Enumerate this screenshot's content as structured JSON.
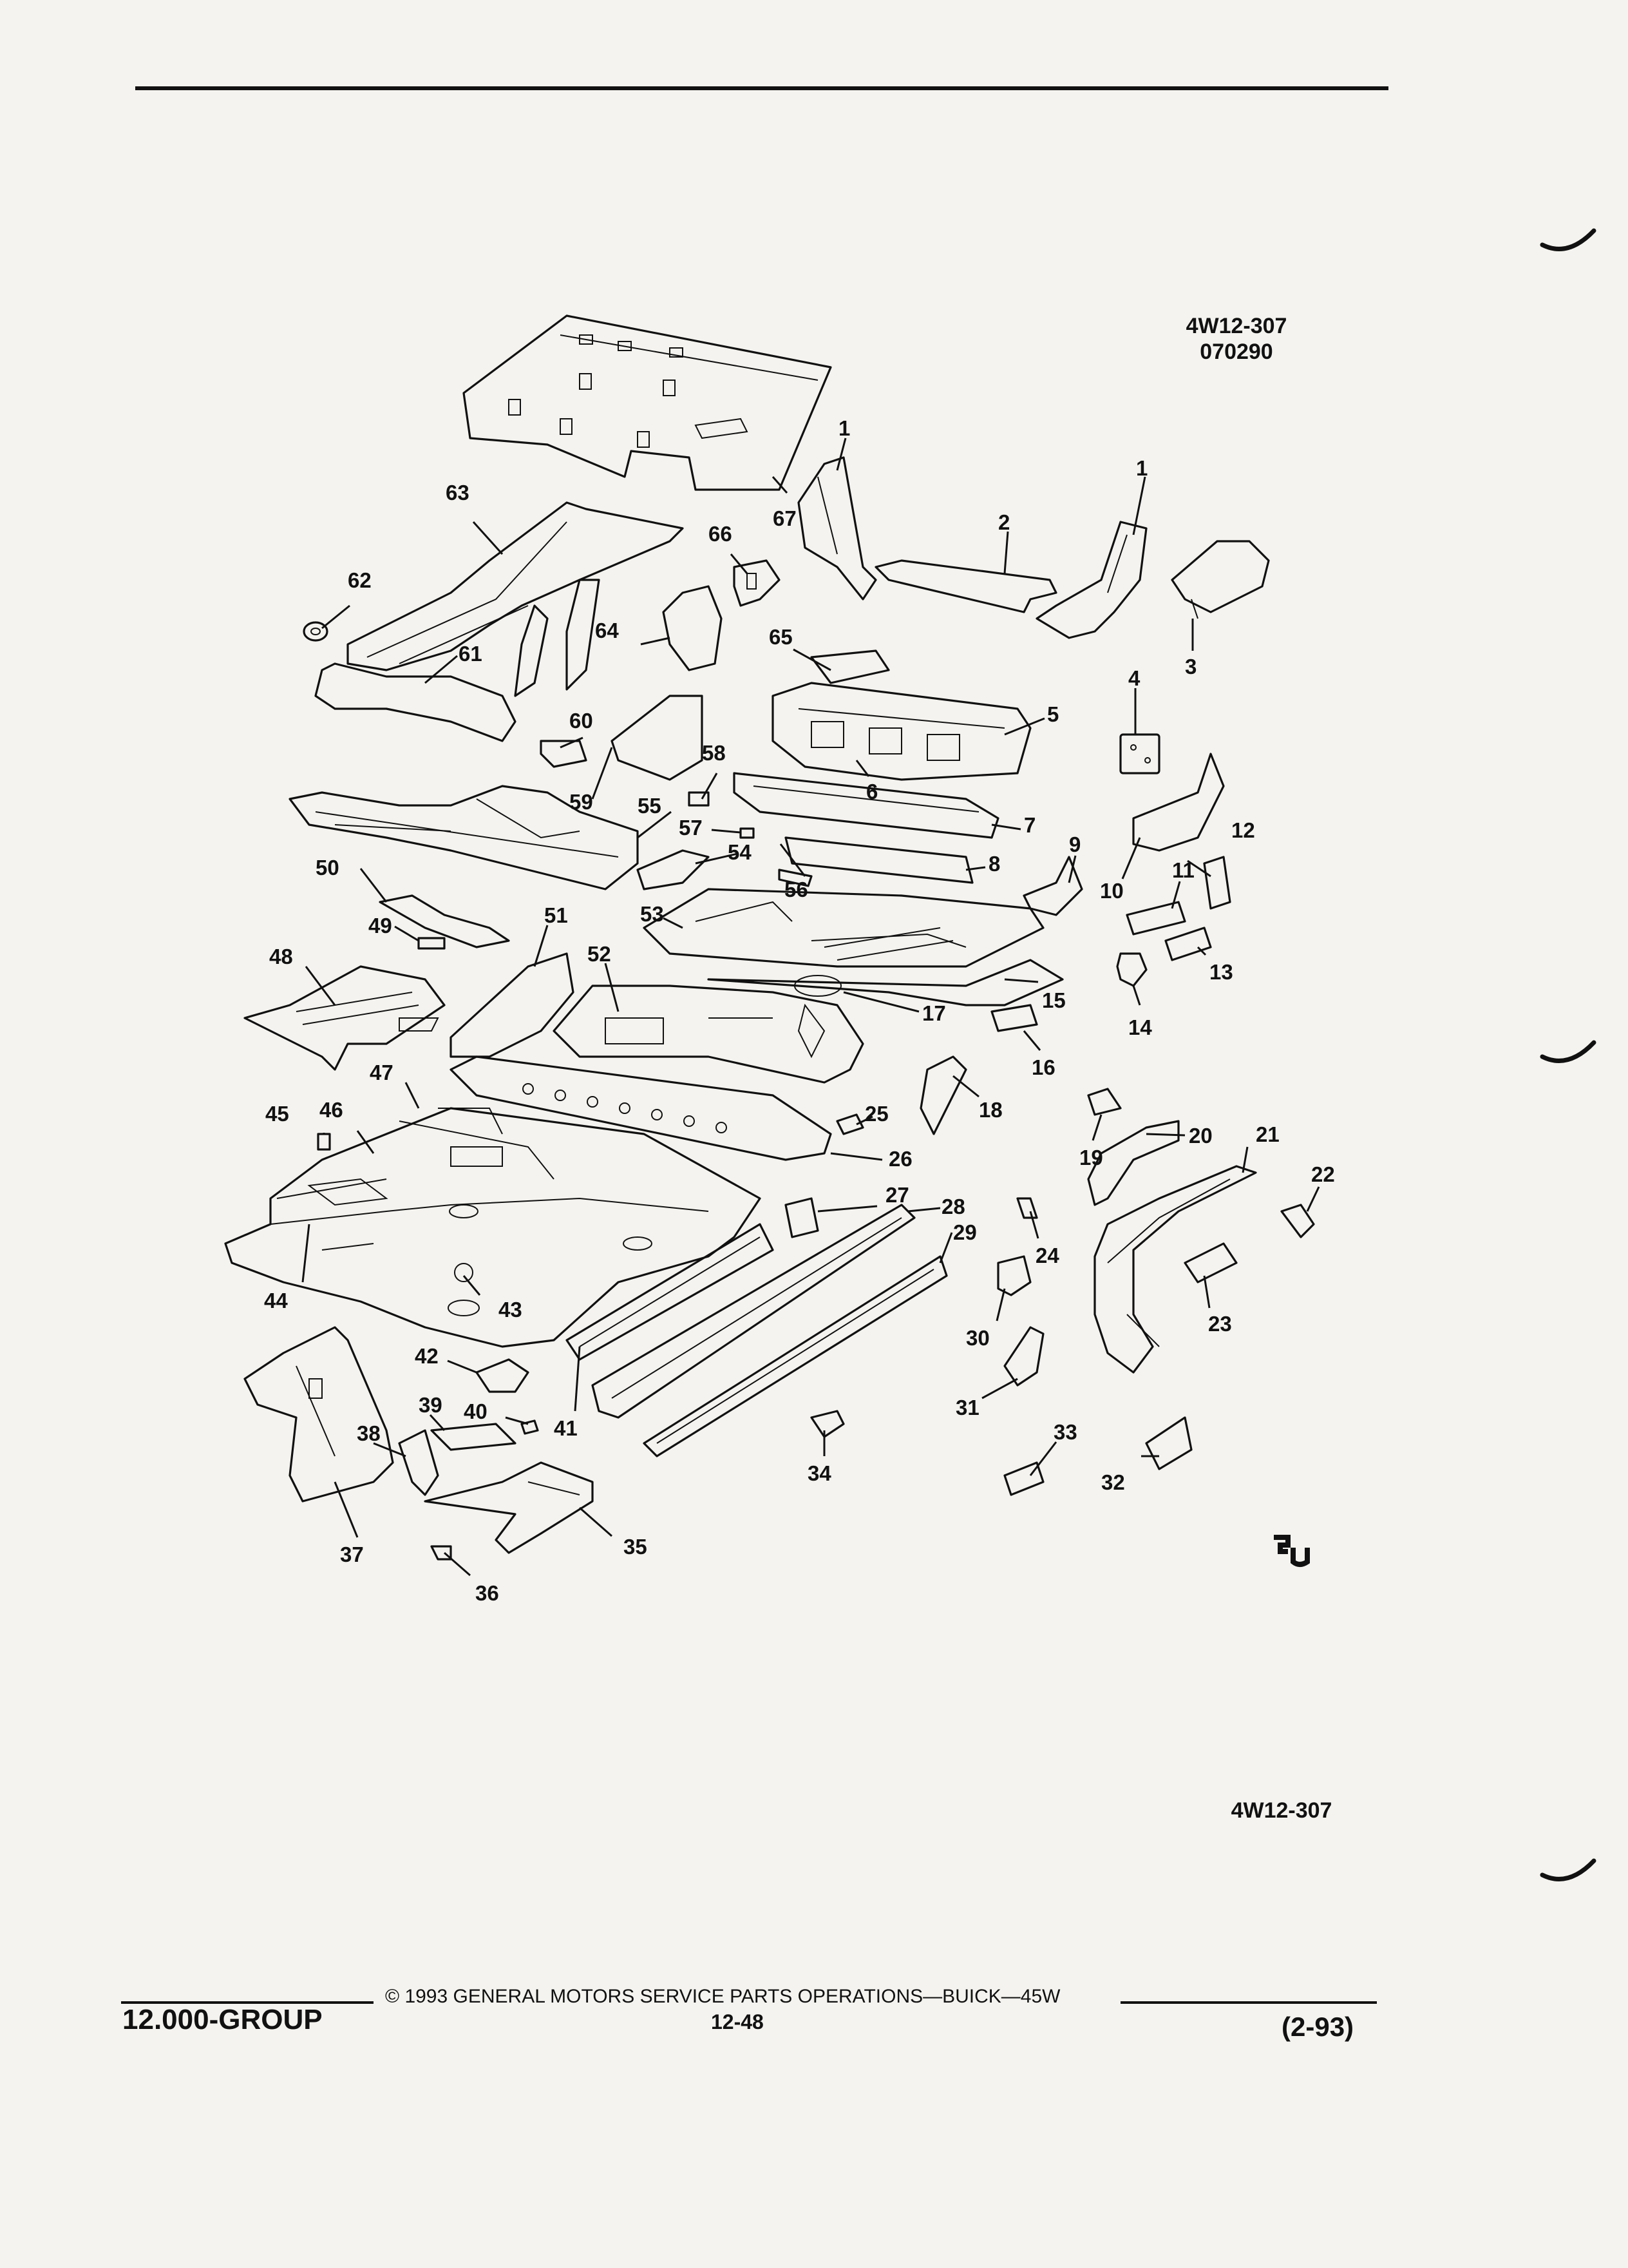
{
  "header": {
    "figure_code": "4W12-307",
    "date_code": "070290"
  },
  "diagram": {
    "callouts": [
      "1",
      "2",
      "3",
      "4",
      "5",
      "6",
      "7",
      "8",
      "9",
      "10",
      "11",
      "12",
      "13",
      "14",
      "15",
      "16",
      "17",
      "18",
      "19",
      "20",
      "21",
      "22",
      "23",
      "24",
      "25",
      "26",
      "27",
      "28",
      "29",
      "30",
      "31",
      "32",
      "33",
      "34",
      "35",
      "36",
      "37",
      "38",
      "39",
      "40",
      "41",
      "42",
      "43",
      "44",
      "45",
      "46",
      "47",
      "48",
      "49",
      "50",
      "51",
      "52",
      "53",
      "54",
      "55",
      "56",
      "57",
      "58",
      "59",
      "60",
      "61",
      "62",
      "63",
      "64",
      "65",
      "66",
      "67"
    ],
    "bottom_code": "4W12-307",
    "logo": "GM service parts logo"
  },
  "footer": {
    "group": "12.000-GROUP",
    "copyright": "© 1993 GENERAL MOTORS SERVICE PARTS OPERATIONS—BUICK—45W",
    "page": "12-48",
    "revision": "(2-93)"
  }
}
